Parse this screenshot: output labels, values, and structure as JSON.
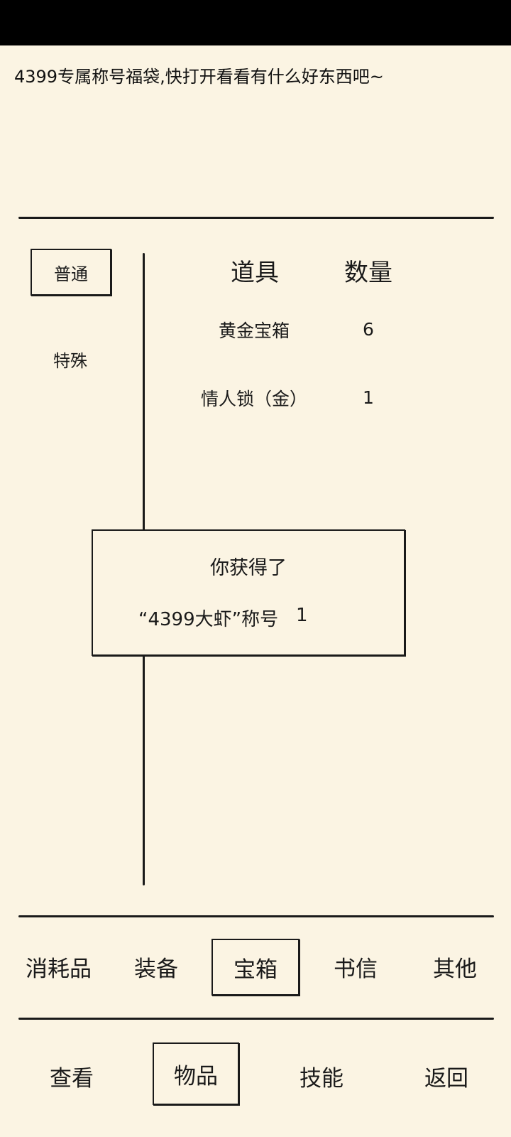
{
  "description": "4399专属称号福袋,快打开看看有什么好东西吧~",
  "subtabs": [
    "普通",
    "特殊"
  ],
  "table": {
    "headers": [
      "道具",
      "数量"
    ],
    "rows": [
      {
        "name": "黄金宝箱",
        "qty": "6"
      },
      {
        "name": "情人锁（金）",
        "qty": "1"
      }
    ]
  },
  "popup": {
    "title": "你获得了",
    "item": "“4399大虾”称号",
    "qty": "1"
  },
  "category_tabs": [
    "消耗品",
    "装备",
    "宝箱",
    "书信",
    "其他"
  ],
  "selected_category": "宝箱",
  "nav": [
    "查看",
    "物品",
    "技能",
    "返回"
  ],
  "selected_nav": "物品"
}
